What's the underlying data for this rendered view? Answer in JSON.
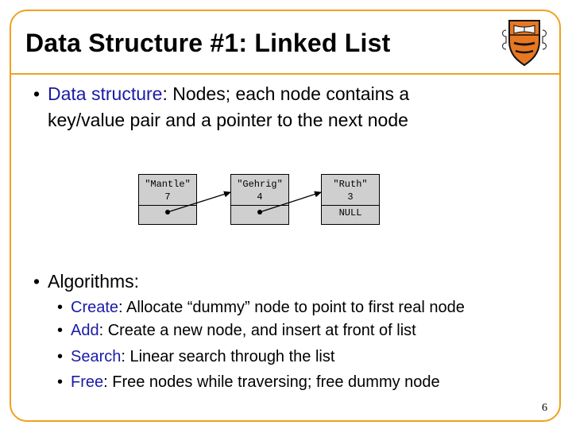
{
  "slide": {
    "title": "Data Structure #1: Linked List",
    "bullets": [
      {
        "accent": "Data structure",
        "rest": ": Nodes; each node contains a",
        "cont": "key/value pair and a pointer to the next node"
      },
      {
        "text": "Algorithms:"
      }
    ],
    "algorithms": [
      {
        "name": "Create",
        "desc": ": Allocate “dummy” node to point to first real node"
      },
      {
        "name": "Add",
        "desc": ": Create a new node, and insert at front of list"
      },
      {
        "name": "Search",
        "desc": ": Linear search through the list"
      },
      {
        "name": "Free",
        "desc": ": Free nodes while traversing; free dummy node"
      }
    ],
    "bullet_glyph": "•",
    "page_number": "6"
  },
  "diagram": {
    "nodes": [
      {
        "key": "\"Mantle\"",
        "value": "7",
        "next": ""
      },
      {
        "key": "\"Gehrig\"",
        "value": "4",
        "next": ""
      },
      {
        "key": "\"Ruth\"",
        "value": "3",
        "next": "NULL"
      }
    ]
  },
  "colors": {
    "frame": "#f0a020",
    "accent_text": "#1a1aa8",
    "node_fill": "#cfcfcf",
    "logo_orange": "#e87722"
  },
  "icons": {
    "logo": "princeton-shield-icon"
  }
}
